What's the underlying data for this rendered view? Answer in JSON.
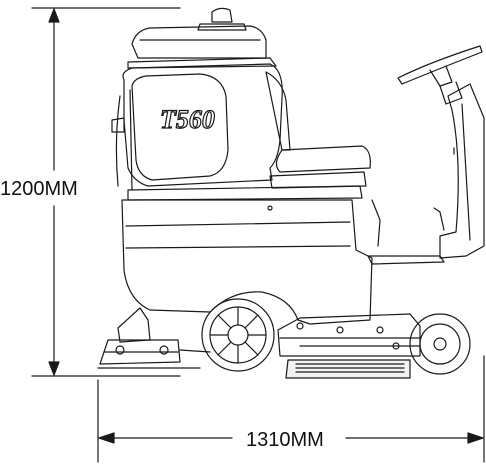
{
  "diagram": {
    "model_logo": "T560",
    "height_dimension": "1200MM",
    "width_dimension": "1310MM"
  }
}
